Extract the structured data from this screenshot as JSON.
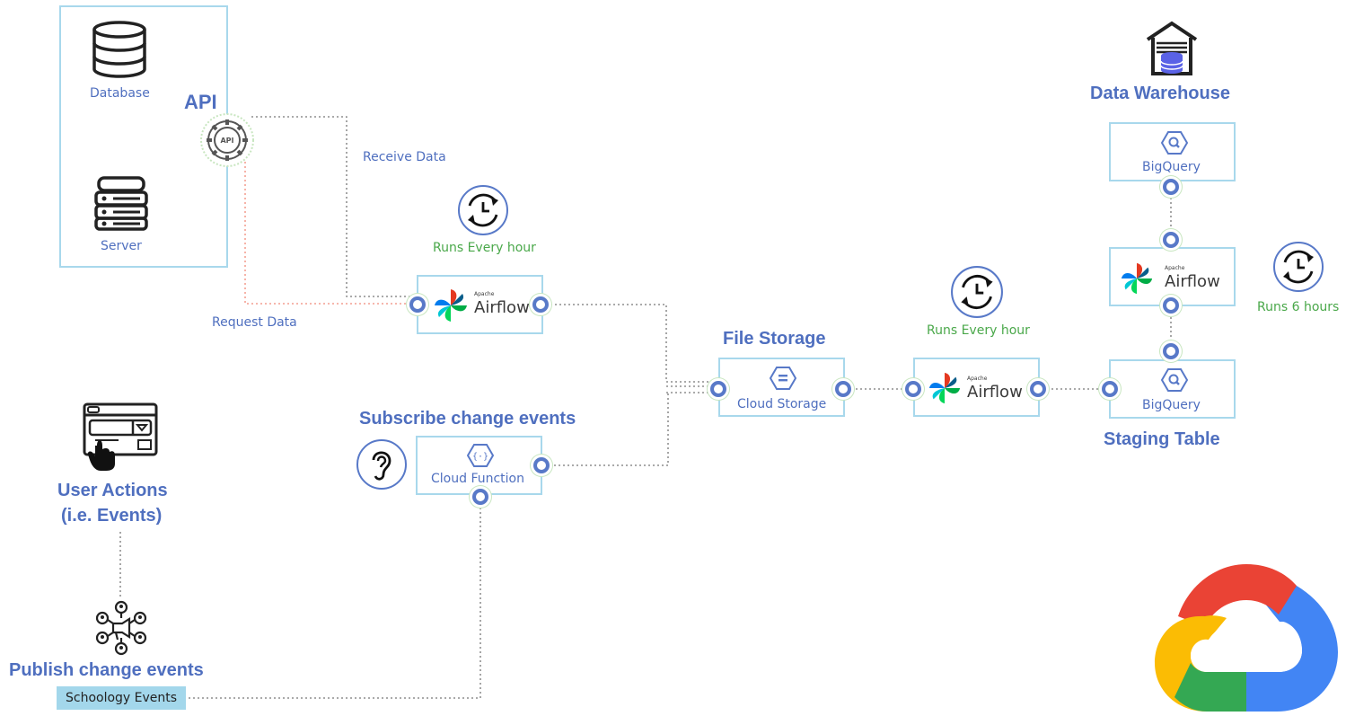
{
  "source": {
    "database_label": "Database",
    "server_label": "Server",
    "api_title": "API",
    "api_icon_text": "API"
  },
  "edges": {
    "receive_data": "Receive Data",
    "request_data": "Request Data"
  },
  "airflow": {
    "small_text": "Apache",
    "big_text": "Airflow"
  },
  "schedules": {
    "hourly_1": "Runs Every hour",
    "hourly_2": "Runs Every hour",
    "six_hours": "Runs 6 hours"
  },
  "file_storage": {
    "title": "File Storage",
    "service": "Cloud Storage"
  },
  "subscribe": {
    "title": "Subscribe change events",
    "service": "Cloud Function"
  },
  "user_actions": {
    "title_line1": "User Actions",
    "title_line2": "(i.e. Events)"
  },
  "publish": {
    "title": "Publish change events",
    "tag": "Schoology Events"
  },
  "warehouse": {
    "title": "Data Warehouse",
    "service": "BigQuery"
  },
  "staging": {
    "title": "Staging Table",
    "service": "BigQuery"
  },
  "colors": {
    "accent_blue": "#4f6fbf",
    "node_border": "#a8d8ec",
    "green_text": "#4aa84a",
    "red_dotted": "#f08a7a",
    "gcp_red": "#ea4335",
    "gcp_blue": "#4285f4",
    "gcp_yellow": "#fbbc04",
    "gcp_green": "#34a853"
  },
  "icons": [
    "database-icon",
    "server-icon",
    "api-gear-icon",
    "refresh-clock-icon",
    "airflow-pinwheel-icon",
    "cloud-storage-icon",
    "cloud-function-icon",
    "ear-icon",
    "browser-click-icon",
    "broadcast-network-icon",
    "warehouse-icon",
    "bigquery-icon",
    "google-cloud-logo"
  ]
}
